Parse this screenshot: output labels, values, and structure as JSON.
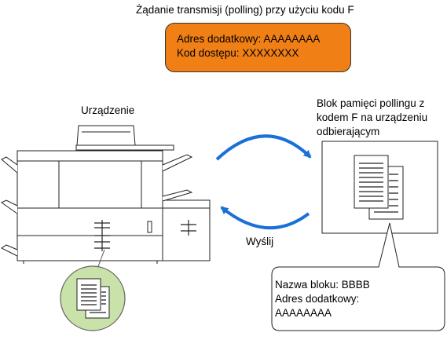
{
  "title": "Żądanie transmisji (polling) przy użyciu kodu F",
  "request_box": {
    "line1": "Adres dodatkowy: AAAAAAAA",
    "line2": "Kod dostępu: XXXXXXXX",
    "fill_color": "#f07f15"
  },
  "device": {
    "label": "Urządzenie"
  },
  "memory_box": {
    "line1": "Blok pamięci pollingu z",
    "line2": "kodem F na urządzeniu",
    "line3": "odbierającym"
  },
  "send_label": "Wyślij",
  "block_info": {
    "line1": "Nazwa bloku: BBBB",
    "line2": "Adres dodatkowy:",
    "line3": "AAAAAAAA"
  },
  "colors": {
    "arrow": "#1a6fd8",
    "document_circle": "#c9e2a9",
    "request_box": "#f07f15"
  },
  "icons": [
    "copier-icon",
    "document-stack-icon",
    "curved-arrow-icon"
  ]
}
